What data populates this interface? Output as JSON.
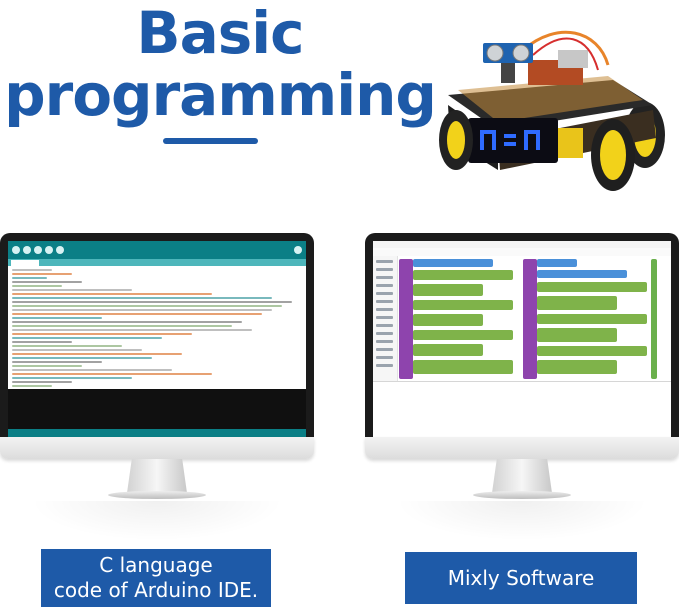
{
  "headline": {
    "line1": "Basic",
    "line2": "programming"
  },
  "labels": {
    "left": "C language\ncode of Arduino IDE.",
    "right": "Mixly Software"
  },
  "colors": {
    "brand_blue": "#1e5aa8",
    "arduino_teal": "#0b7f86",
    "mixly_green": "#7fb34a",
    "mixly_purple": "#8e44ad"
  },
  "robot": {
    "display_color": "#2f6bff"
  }
}
